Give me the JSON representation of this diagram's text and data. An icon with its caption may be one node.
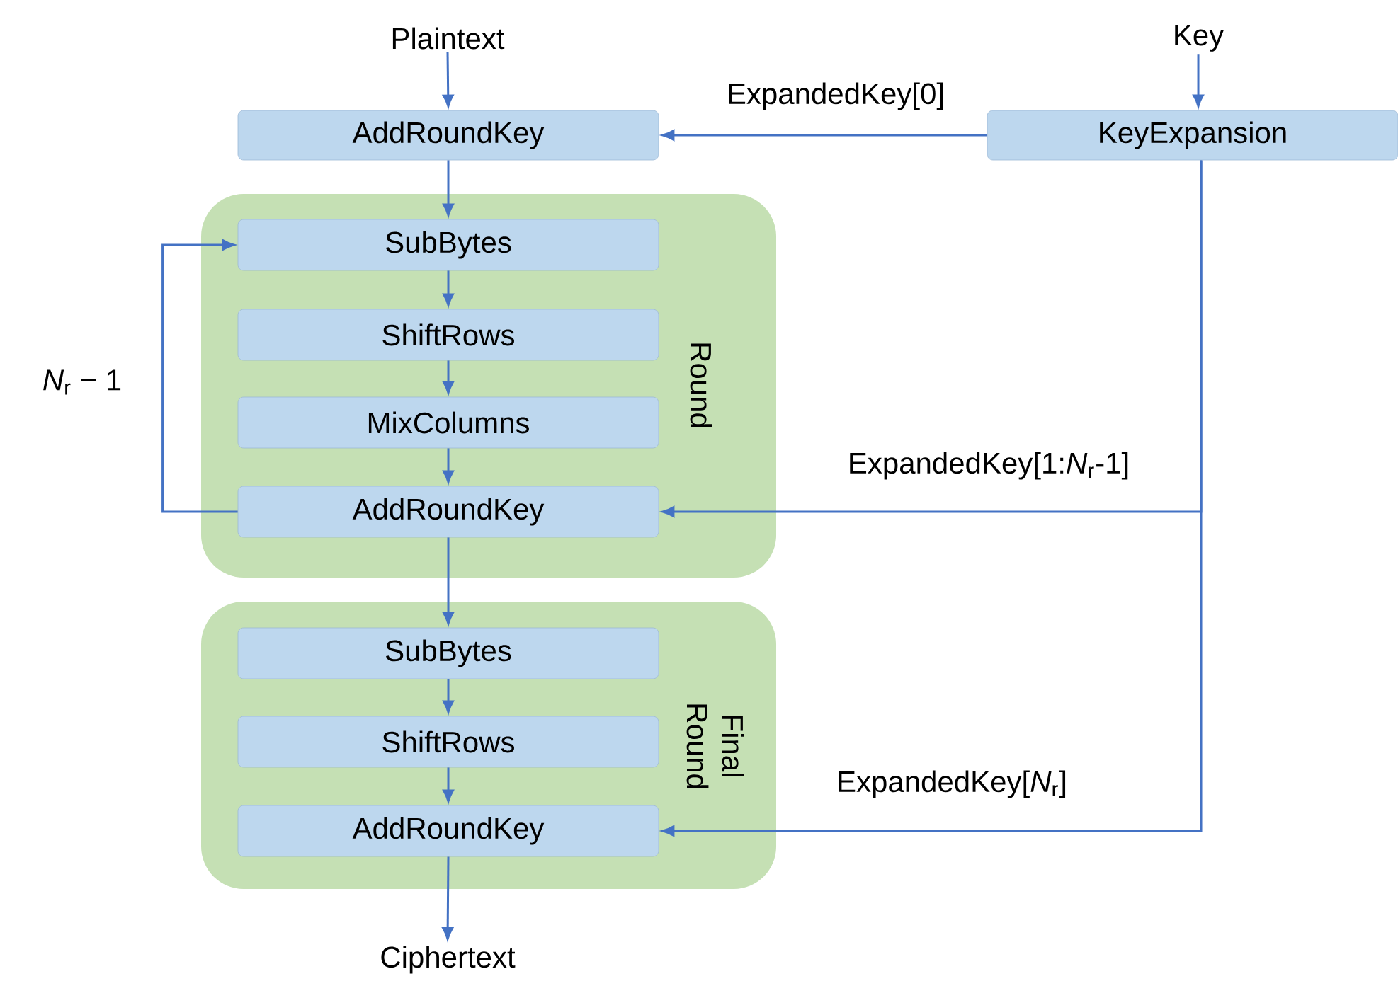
{
  "diagram": {
    "nodes": [
      {
        "text": [
          "Plaintext"
        ]
      },
      {
        "text": [
          "Key"
        ]
      },
      {
        "text": [
          "AddRoundKey"
        ]
      },
      {
        "text": [
          "KeyExpansion"
        ]
      },
      {
        "text": [
          "Round"
        ]
      },
      {
        "text": [
          "SubBytes"
        ],
        "in": 4
      },
      {
        "text": [
          "ShiftRows"
        ],
        "in": 4
      },
      {
        "text": [
          "MixColumns"
        ],
        "in": 4
      },
      {
        "text": [
          "AddRoundKey"
        ],
        "in": 4
      },
      {
        "text": [
          "Final Round"
        ]
      },
      {
        "text": [
          "SubBytes"
        ],
        "in": 9
      },
      {
        "text": [
          "ShiftRows"
        ],
        "in": 9
      },
      {
        "text": [
          "AddRoundKey"
        ],
        "in": 9
      },
      {
        "text": [
          "Ciphertext"
        ]
      }
    ],
    "edges": [
      {
        "from": 0,
        "to": 2,
        "arrow": "to"
      },
      {
        "from": 1,
        "to": 3,
        "arrow": "to"
      },
      {
        "from": 3,
        "to": 2,
        "arrow": "to",
        "label": "ExpandedKey[0]"
      },
      {
        "from": 2,
        "to": 5,
        "arrow": "to"
      },
      {
        "from": 5,
        "to": 6,
        "arrow": "to"
      },
      {
        "from": 6,
        "to": 7,
        "arrow": "to"
      },
      {
        "from": 7,
        "to": 8,
        "arrow": "to"
      },
      {
        "from": 8,
        "to": 5,
        "arrow": "to",
        "label": "*N*$_{r}$ − 1"
      },
      {
        "from": 3,
        "to": 8,
        "arrow": "to",
        "label": "ExpandedKey[1:*N*$_{r}$-1]"
      },
      {
        "from": 8,
        "to": 10,
        "arrow": "to"
      },
      {
        "from": 10,
        "to": 11,
        "arrow": "to"
      },
      {
        "from": 11,
        "to": 12,
        "arrow": "to"
      },
      {
        "from": 3,
        "to": 12,
        "arrow": "to",
        "label": "ExpandedKey[*N*$_{r}$]"
      },
      {
        "from": 12,
        "to": 13,
        "arrow": "to"
      }
    ]
  }
}
